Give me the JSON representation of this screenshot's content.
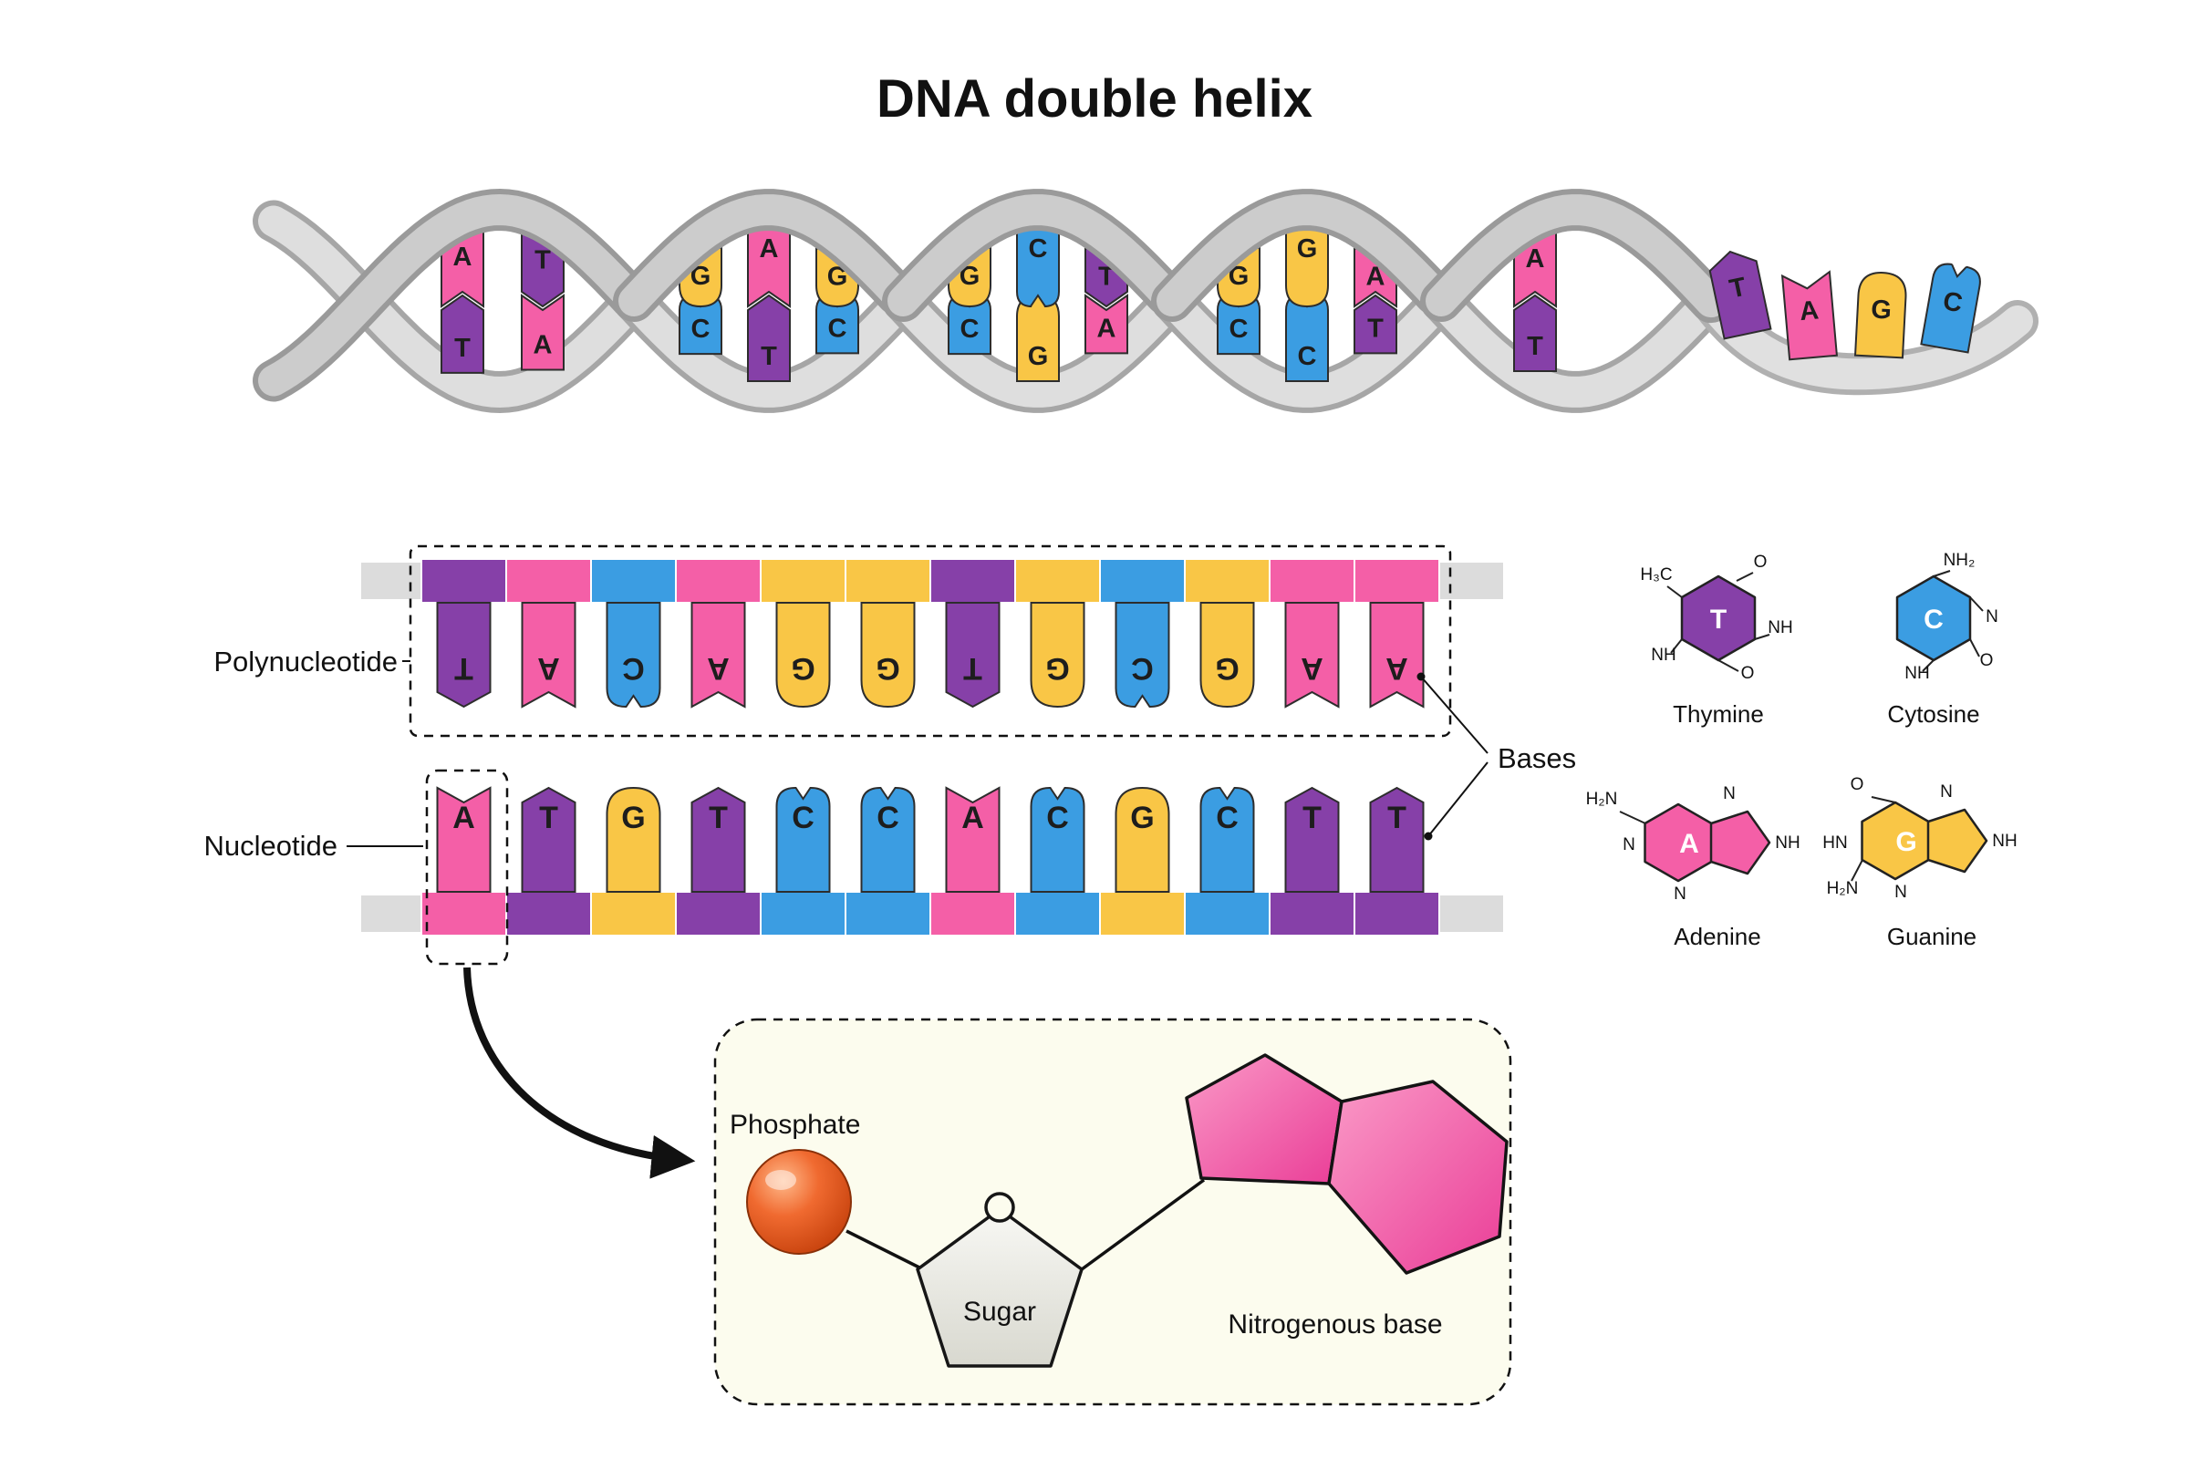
{
  "title": "DNA double helix",
  "labels": {
    "polynucleotide": "Polynucleotide",
    "nucleotide": "Nucleotide",
    "bases": "Bases",
    "phosphate": "Phosphate",
    "sugar": "Sugar",
    "nitrogenous_base": "Nitrogenous base"
  },
  "base_colors": {
    "A": "#F45FA7",
    "T": "#8640A8",
    "G": "#F9C646",
    "C": "#3B9DE2"
  },
  "colors": {
    "ribbon_gray": "#C9C9C9",
    "phosphate_orange": "#E65C25",
    "sugar_gray": "#EBEBE4",
    "nitrogenous_pink": "#EE4D9F",
    "panel_background": "#FCFCEE"
  },
  "helix": {
    "pairs": [
      [
        "A",
        "T"
      ],
      [
        "T",
        "A"
      ],
      [
        "G",
        "C"
      ],
      [
        "A",
        "T"
      ],
      [
        "G",
        "C"
      ],
      [
        "G",
        "C"
      ],
      [
        "C",
        "G"
      ],
      [
        "T",
        "A"
      ],
      [
        "G",
        "C"
      ],
      [
        "G",
        "C"
      ],
      [
        "A",
        "T"
      ],
      [
        "A",
        "T"
      ]
    ],
    "tail_bases": [
      "T",
      "A",
      "G",
      "C"
    ]
  },
  "strands": {
    "top": [
      "T",
      "A",
      "C",
      "A",
      "G",
      "G",
      "T",
      "G",
      "C",
      "G",
      "A",
      "A"
    ],
    "bottom": [
      "A",
      "T",
      "G",
      "T",
      "C",
      "C",
      "A",
      "C",
      "G",
      "C",
      "T",
      "T"
    ]
  },
  "chemistry": [
    {
      "name": "Thymine",
      "letter": "T",
      "color": "#8640A8",
      "groups": [
        "H₃C",
        "O",
        "NH",
        "NH",
        "O"
      ]
    },
    {
      "name": "Cytosine",
      "letter": "C",
      "color": "#3B9DE2",
      "groups": [
        "NH₂",
        "N",
        "NH",
        "O"
      ]
    },
    {
      "name": "Adenine",
      "letter": "A",
      "color": "#F45FA7",
      "groups": [
        "H₂N",
        "N",
        "N",
        "N",
        "NH"
      ]
    },
    {
      "name": "Guanine",
      "letter": "G",
      "color": "#F9C646",
      "groups": [
        "O",
        "HN",
        "H₂N",
        "N",
        "N",
        "NH"
      ]
    }
  ]
}
